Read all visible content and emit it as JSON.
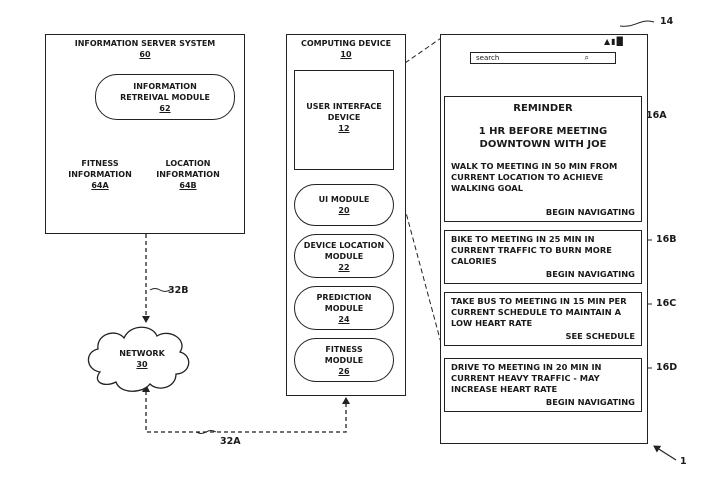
{
  "server": {
    "title": "INFORMATION SERVER SYSTEM",
    "ref": "60",
    "module": {
      "line1": "INFORMATION",
      "line2": "RETREIVAL MODULE",
      "ref": "62"
    },
    "db_a": {
      "line1": "FITNESS",
      "line2": "INFORMATION",
      "ref": "64A"
    },
    "db_b": {
      "line1": "LOCATION",
      "line2": "INFORMATION",
      "ref": "64B"
    }
  },
  "links": {
    "a": "32A",
    "b": "32B"
  },
  "network": {
    "label": "NETWORK",
    "ref": "30"
  },
  "device": {
    "title": "COMPUTING DEVICE",
    "ref": "10",
    "ui_device": {
      "line1": "USER INTERFACE",
      "line2": "DEVICE",
      "ref": "12"
    },
    "modules": [
      {
        "line1": "UI MODULE",
        "line2": "",
        "ref": "20"
      },
      {
        "line1": "DEVICE LOCATION",
        "line2": "MODULE",
        "ref": "22"
      },
      {
        "line1": "PREDICTION",
        "line2": "MODULE",
        "ref": "24"
      },
      {
        "line1": "FITNESS",
        "line2": "MODULE",
        "ref": "26"
      }
    ]
  },
  "phone": {
    "ref": "14",
    "search_placeholder": "search",
    "status_icons": [
      "wifi-icon",
      "signal-icon",
      "battery-icon"
    ],
    "reminder": {
      "title": "REMINDER",
      "headline1": "1 HR BEFORE MEETING",
      "headline2": "DOWNTOWN WITH JOE",
      "body": [
        "WALK TO MEETING IN 50 MIN FROM",
        "CURRENT LOCATION TO ACHIEVE",
        "WALKING GOAL"
      ],
      "action": "BEGIN NAVIGATING",
      "ref": "16A"
    },
    "cards": [
      {
        "lines": [
          "BIKE TO MEETING IN 25 MIN IN",
          "CURRENT TRAFFIC TO BURN MORE",
          "CALORIES"
        ],
        "action": "BEGIN NAVIGATING",
        "ref": "16B"
      },
      {
        "lines": [
          "TAKE BUS TO MEETING IN 15 MIN PER",
          "CURRENT SCHEDULE TO MAINTAIN A",
          "LOW HEART RATE"
        ],
        "action": "SEE SCHEDULE",
        "ref": "16C"
      },
      {
        "lines": [
          "DRIVE TO MEETING IN 20 MIN IN",
          "CURRENT HEAVY TRAFFIC - MAY",
          "INCREASE HEART RATE"
        ],
        "action": "BEGIN NAVIGATING",
        "ref": "16D"
      }
    ]
  },
  "figure_ref": "1"
}
